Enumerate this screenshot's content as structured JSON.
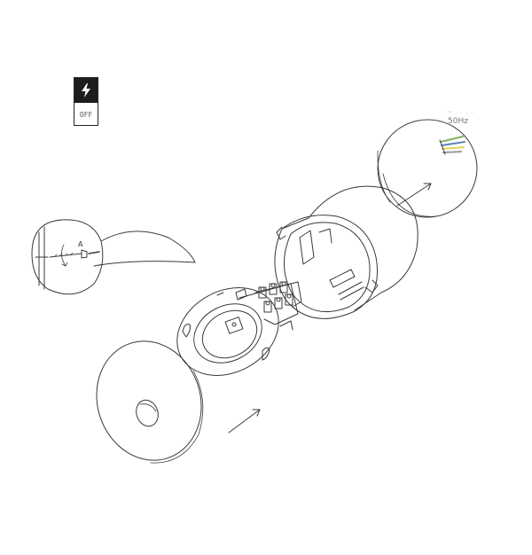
{
  "power_indicator": {
    "state_label": "OFF",
    "icon": "lightning-bolt-icon"
  },
  "supply_label": {
    "smudged_text": "~ . . . .",
    "frequency": "50Hz"
  },
  "detail_callout": {
    "label": "A"
  },
  "colors": {
    "line": "#3a3a3a",
    "wire_blue": "#5b86b8",
    "wire_yellow": "#e3d35a",
    "wire_green": "#7db05f",
    "wire_gray": "#9a9a9a"
  }
}
